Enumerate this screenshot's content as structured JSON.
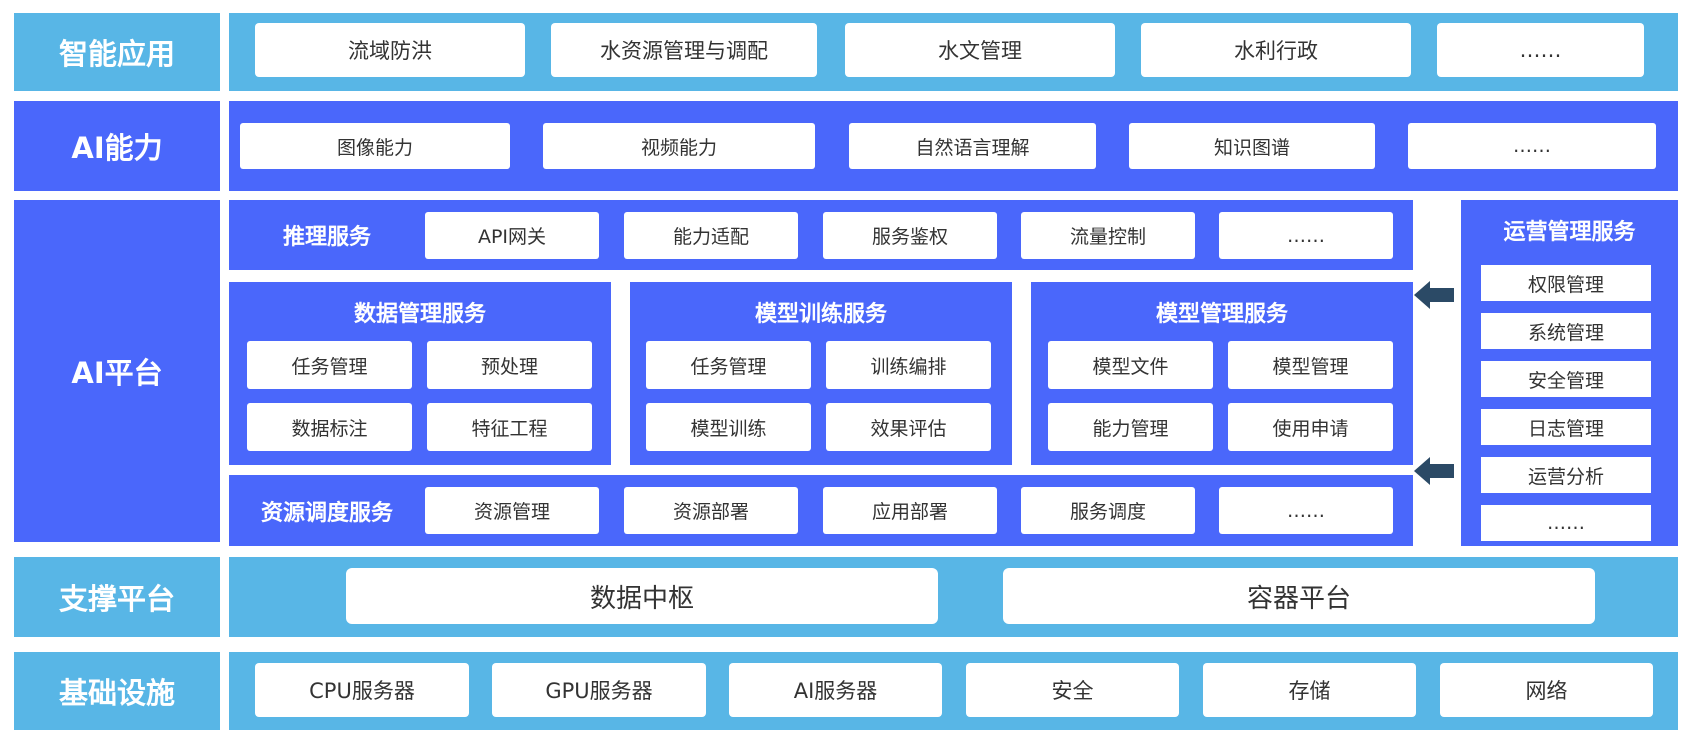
{
  "layers": {
    "app": {
      "label": "智能应用",
      "items": [
        "流域防洪",
        "水资源管理与调配",
        "水文管理",
        "水利行政",
        "……"
      ]
    },
    "ai_capability": {
      "label": "AI能力",
      "items": [
        "图像能力",
        "视频能力",
        "自然语言理解",
        "知识图谱",
        "……"
      ]
    },
    "ai_platform": {
      "label": "AI平台",
      "inference": {
        "title": "推理服务",
        "items": [
          "API网关",
          "能力适配",
          "服务鉴权",
          "流量控制",
          "……"
        ]
      },
      "data_mgmt": {
        "title": "数据管理服务",
        "items": [
          "任务管理",
          "预处理",
          "数据标注",
          "特征工程"
        ]
      },
      "model_train": {
        "title": "模型训练服务",
        "items": [
          "任务管理",
          "训练编排",
          "模型训练",
          "效果评估"
        ]
      },
      "model_mgmt": {
        "title": "模型管理服务",
        "items": [
          "模型文件",
          "模型管理",
          "能力管理",
          "使用申请"
        ]
      },
      "resource": {
        "title": "资源调度服务",
        "items": [
          "资源管理",
          "资源部署",
          "应用部署",
          "服务调度",
          "……"
        ]
      },
      "ops": {
        "title": "运营管理服务",
        "items": [
          "权限管理",
          "系统管理",
          "安全管理",
          "日志管理",
          "运营分析",
          "……"
        ]
      }
    },
    "support": {
      "label": "支撑平台",
      "items": [
        "数据中枢",
        "容器平台"
      ]
    },
    "infra": {
      "label": "基础设施",
      "items": [
        "CPU服务器",
        "GPU服务器",
        "AI服务器",
        "安全",
        "存储",
        "网络"
      ]
    }
  },
  "colors": {
    "light_blue": "#58b6e6",
    "royal_blue": "#4a67fb",
    "arrow": "#2b4a66"
  }
}
